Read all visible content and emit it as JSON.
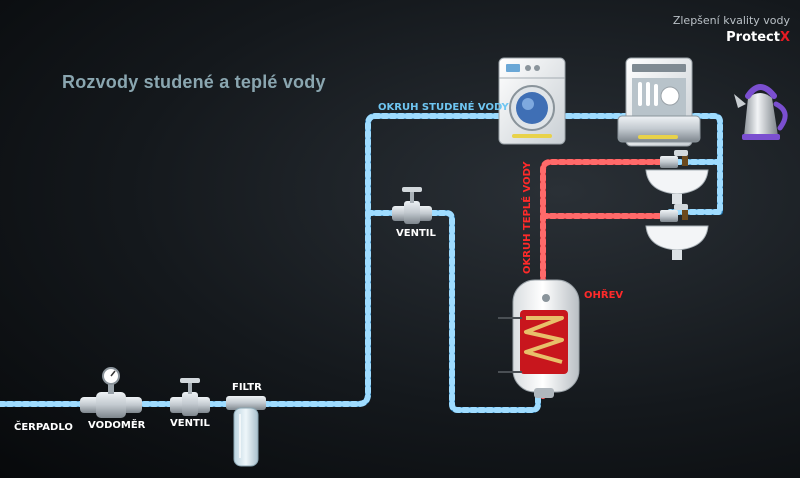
{
  "header": {
    "title": "Rozvody studené a teplé vody",
    "tagline": "Zlepšení kvality vody",
    "brand_main": "Protect",
    "brand_suffix": "X"
  },
  "labels": {
    "pump": "ČERPADLO",
    "water_meter": "VODOMĚR",
    "valve_main": "VENTIL",
    "filter": "FILTR",
    "valve_branch": "VENTIL",
    "cold_circuit": "OKRUH STUDENÉ VODY",
    "hot_circuit": "OKRUH TEPLÉ VODY",
    "heating": "OHŘEV"
  },
  "colors": {
    "cold": "#3aa6e6",
    "hot": "#e8242a",
    "cold_label": "#6fc6f2",
    "hot_label": "#ff2a2a",
    "brand_accent": "#e51b23"
  },
  "icons": {
    "washing_machine": "washing-machine-icon",
    "dishwasher": "dishwasher-icon",
    "kettle": "kettle-icon",
    "sink": "sink-icon",
    "boiler": "water-heater-icon",
    "meter": "water-meter-icon",
    "valve": "valve-icon",
    "filter": "filter-icon"
  }
}
